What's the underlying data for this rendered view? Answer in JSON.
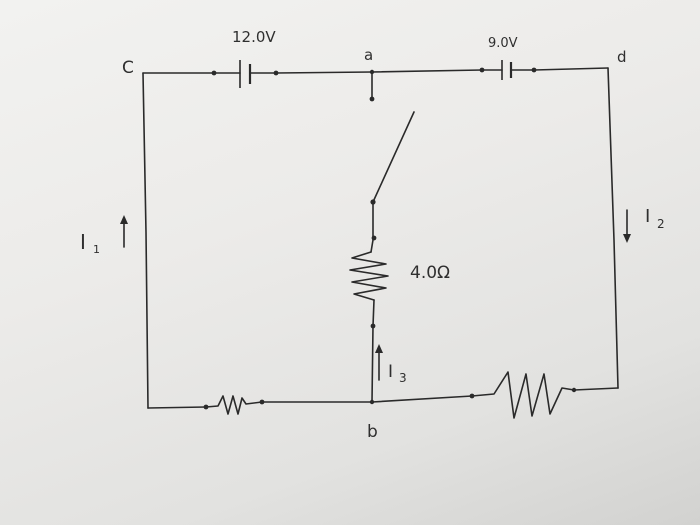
{
  "nodes": {
    "c": "C",
    "a": "a",
    "d": "d",
    "b": "b"
  },
  "components": {
    "battery_left_label": "12.0V",
    "battery_right_label": "9.0V",
    "resistor_middle_label": "4.0Ω"
  },
  "currents": {
    "i1": "I",
    "i1_sub": "1",
    "i2": "I",
    "i2_sub": "2",
    "i3": "I",
    "i3_sub": "3"
  }
}
